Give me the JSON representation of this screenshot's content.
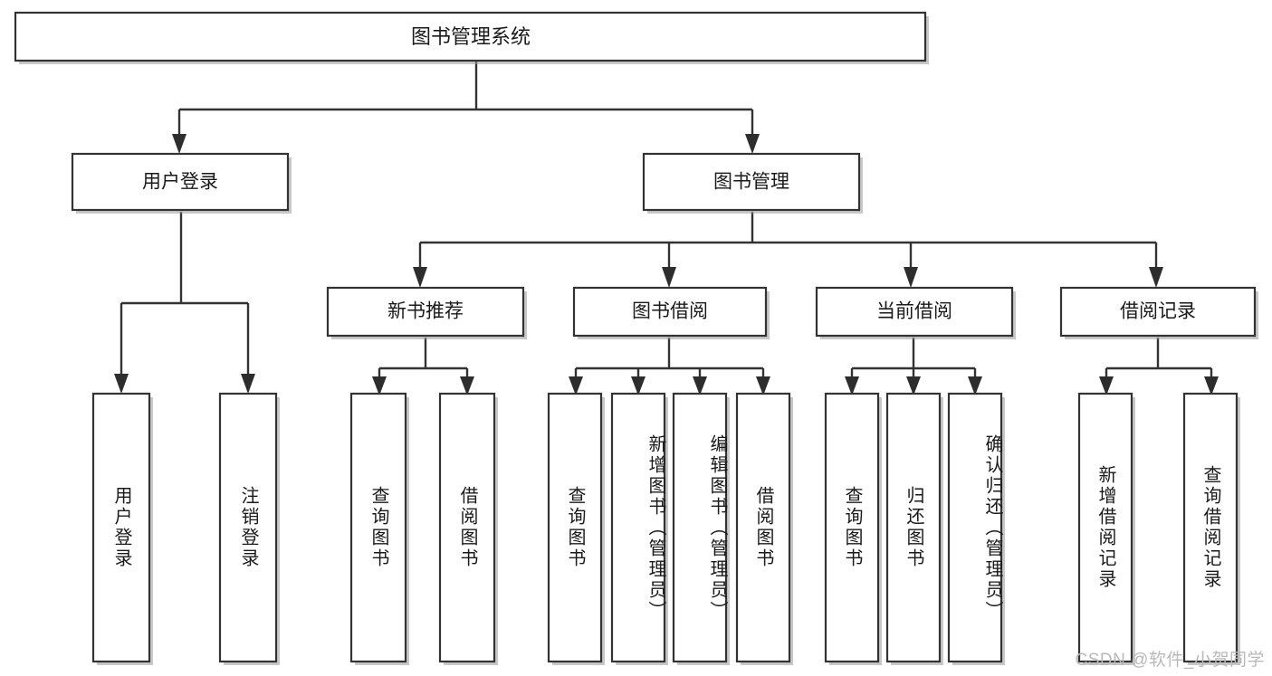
{
  "diagram": {
    "title": "图书管理系统",
    "type": "tree-hierarchy-chart",
    "root": {
      "label": "图书管理系统"
    },
    "level2": [
      {
        "label": "用户登录"
      },
      {
        "label": "图书管理"
      }
    ],
    "level3": [
      {
        "label": "新书推荐"
      },
      {
        "label": "图书借阅"
      },
      {
        "label": "当前借阅"
      },
      {
        "label": "借阅记录"
      }
    ],
    "leaves": {
      "user_login": [
        {
          "label": "用户登录"
        },
        {
          "label": "注销登录"
        }
      ],
      "new_book_recommend": [
        {
          "label": "查询图书"
        },
        {
          "label": "借阅图书"
        }
      ],
      "book_borrow": [
        {
          "label": "查询图书"
        },
        {
          "label": "新增图书（管理员）"
        },
        {
          "label": "编辑图书（管理员）"
        },
        {
          "label": "借阅图书"
        }
      ],
      "current_borrow": [
        {
          "label": "查询图书"
        },
        {
          "label": "归还图书"
        },
        {
          "label": "确认归还（管理员）"
        }
      ],
      "borrow_record": [
        {
          "label": "新增借阅记录"
        },
        {
          "label": "查询借阅记录"
        }
      ]
    }
  },
  "watermark": {
    "text": "CSDN @软件_小贺同学"
  },
  "colors": {
    "box_stroke": "#333333",
    "box_fill": "#ffffff",
    "connector": "#333333",
    "text": "#1a1a1a",
    "watermark": "#b9b9b9",
    "background": "#ffffff"
  }
}
